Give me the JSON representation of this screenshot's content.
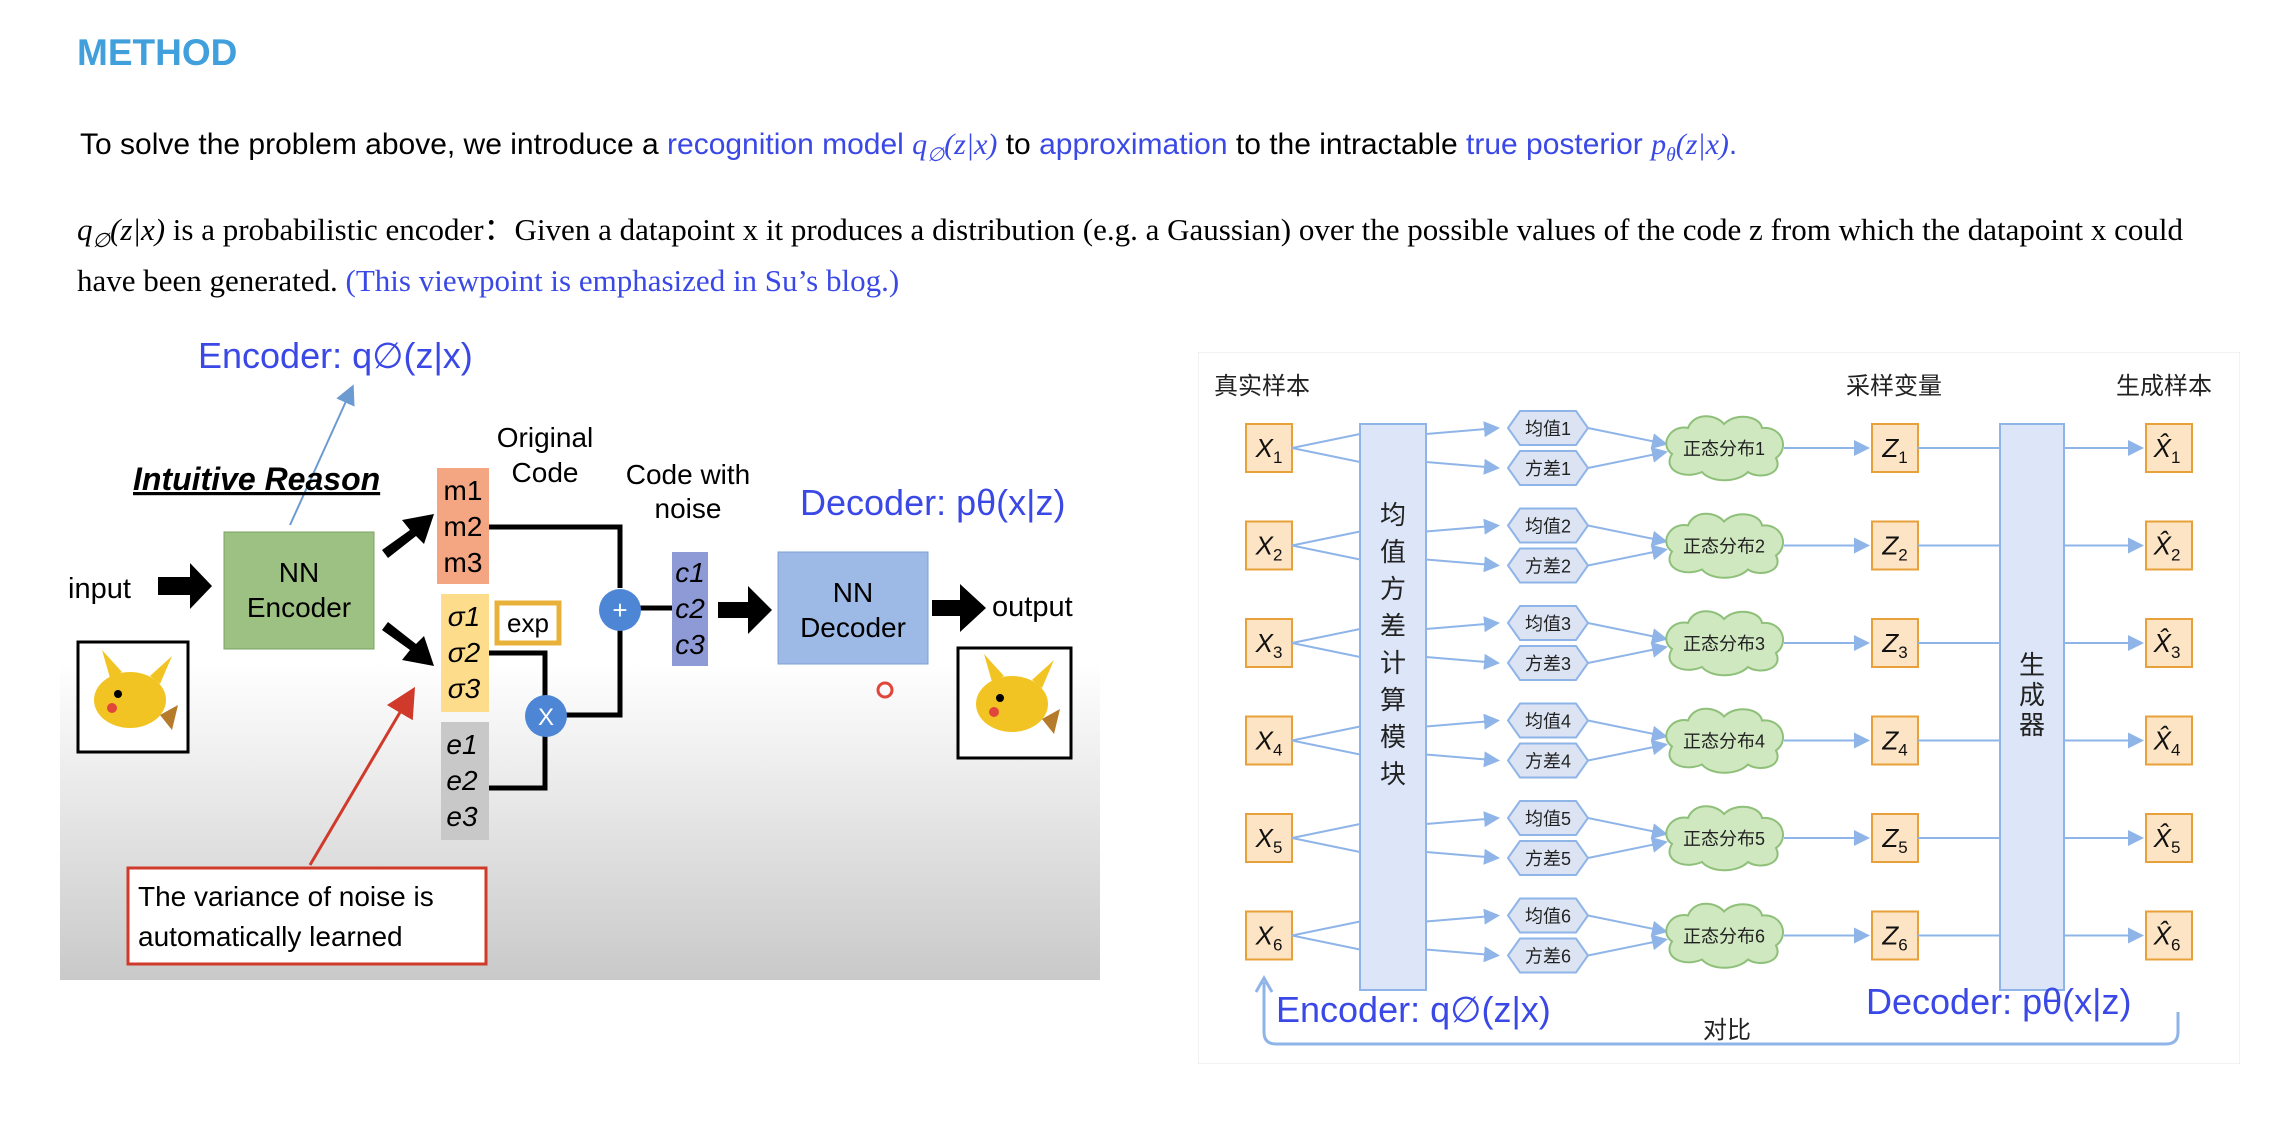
{
  "heading": "METHOD",
  "para1": {
    "t1": "To solve the problem above, we introduce a ",
    "l1": "recognition model",
    "m1": "q",
    "m1_sub": "∅",
    "m1_rest": "(z|x)",
    "t2": " to ",
    "l2": "approximation",
    "t3": " to the intractable ",
    "l3": "true posterior",
    "m2": "p",
    "m2_sub": "θ",
    "m2_rest": "(z|x)",
    "t4": "."
  },
  "para2": {
    "m1": "q",
    "m1_sub": "∅",
    "m1_rest": "(z|x)",
    "t1": " is a probabilistic encoder：Given a datapoint x it produces a distribution (e.g. a Gaussian) over the possible values of the code z from which the datapoint x could have been generated. ",
    "blue": "(This viewpoint is emphasized in Su’s blog.)"
  },
  "left_diagram": {
    "encoder_title": "Encoder: q∅(z|x)",
    "intuitive": "Intuitive Reason",
    "input": "input",
    "nn_encoder": [
      "NN",
      "Encoder"
    ],
    "original_code": [
      "Original",
      "Code"
    ],
    "m": [
      "m1",
      "m2",
      "m3"
    ],
    "sigma": [
      "σ1",
      "σ2",
      "σ3"
    ],
    "exp": "exp",
    "e": [
      "e1",
      "e2",
      "e3"
    ],
    "plus": "+",
    "times": "X",
    "code_noise": [
      "Code with",
      "noise"
    ],
    "c": [
      "c1",
      "c2",
      "c3"
    ],
    "decoder_title": "Decoder: pθ(x|z)",
    "nn_decoder": [
      "NN",
      "Decoder"
    ],
    "output": "output",
    "note": [
      "The variance of noise is",
      "automatically learned"
    ]
  },
  "right_diagram": {
    "col_real": "真实样本",
    "col_sample": "采样变量",
    "col_gen": "生成样本",
    "compute_module": [
      "均",
      "值",
      "方",
      "差",
      "计",
      "算",
      "模",
      "块"
    ],
    "generator": [
      "生",
      "成",
      "器"
    ],
    "rows": [
      {
        "x": "X1",
        "mean": "均值1",
        "var": "方差1",
        "dist": "正态分布1",
        "z": "Z1",
        "xhat": "X̂1"
      },
      {
        "x": "X2",
        "mean": "均值2",
        "var": "方差2",
        "dist": "正态分布2",
        "z": "Z2",
        "xhat": "X̂2"
      },
      {
        "x": "X3",
        "mean": "均值3",
        "var": "方差3",
        "dist": "正态分布3",
        "z": "Z3",
        "xhat": "X̂3"
      },
      {
        "x": "X4",
        "mean": "均值4",
        "var": "方差4",
        "dist": "正态分布4",
        "z": "Z4",
        "xhat": "X̂4"
      },
      {
        "x": "X5",
        "mean": "均值5",
        "var": "方差5",
        "dist": "正态分布5",
        "z": "Z5",
        "xhat": "X̂5"
      },
      {
        "x": "X6",
        "mean": "均值6",
        "var": "方差6",
        "dist": "正态分布6",
        "z": "Z6",
        "xhat": "X̂6"
      }
    ],
    "encoder_label": "Encoder: q∅(z|x)",
    "decoder_label": "Decoder: pθ(x|z)",
    "compare": "对比"
  },
  "colors": {
    "heading": "#41A0DC",
    "link_blue": "#3A48E6",
    "orange_box": "#F4A582",
    "yellow_box": "#FDDC8C",
    "gray_box": "#C8C8C8",
    "green_box": "#9DC183",
    "decoder_box": "#9DB9E6",
    "purple_box": "#8E9AD6",
    "node_blue": "#4E86D6",
    "red": "#D03A2A",
    "right_node": "#FCE4C4",
    "right_node_border": "#E8A03A",
    "module": "#DCE6F8",
    "cloud": "#CFE8C0",
    "hex": "#DCE4F4"
  }
}
